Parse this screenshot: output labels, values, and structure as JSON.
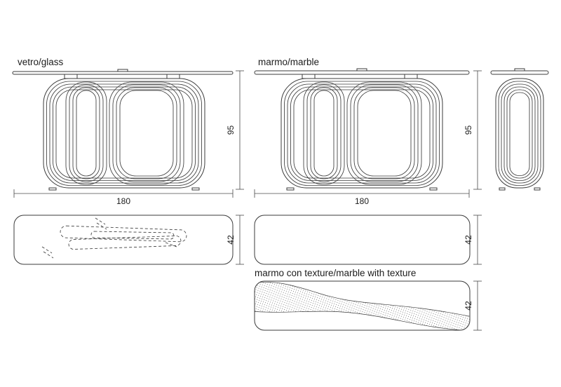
{
  "labels": {
    "glass": "vetro/glass",
    "marble": "marmo/marble",
    "marble_texture": "marmo con texture/marble with texture"
  },
  "dimensions": {
    "width": "180",
    "height": "95",
    "depth": "42"
  }
}
